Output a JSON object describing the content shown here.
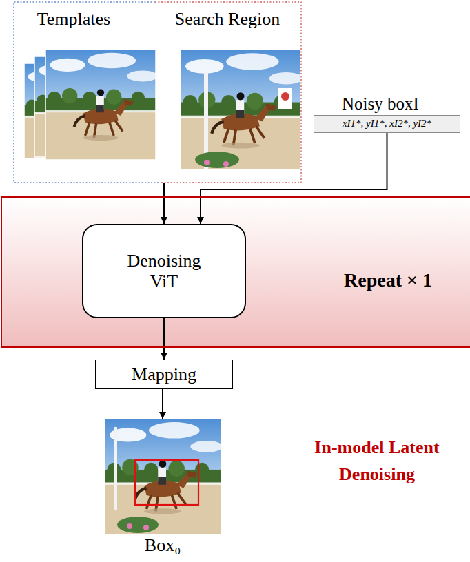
{
  "diagram": {
    "nodes": [
      {
        "text": [
          "Templates",
          "Search Region"
        ]
      },
      {
        "text": [
          "Noisy boxI",
          "xI1*, yI1*, xI2*, yI2*"
        ]
      },
      {
        "text": [
          "Repeat × 1"
        ]
      },
      {
        "text": [
          "Denoising ViT"
        ],
        "in": 2
      },
      {
        "text": [
          "Mapping"
        ]
      },
      {
        "text": [
          "Box₀"
        ]
      }
    ],
    "edges": [
      {
        "from": 0,
        "to": 3,
        "arrow": "to"
      },
      {
        "from": 1,
        "to": 3,
        "arrow": "to"
      },
      {
        "from": 3,
        "to": 4,
        "arrow": "to"
      },
      {
        "from": 4,
        "to": 5,
        "arrow": "to"
      }
    ],
    "labels": [
      "In-model Latent Denoising"
    ]
  }
}
